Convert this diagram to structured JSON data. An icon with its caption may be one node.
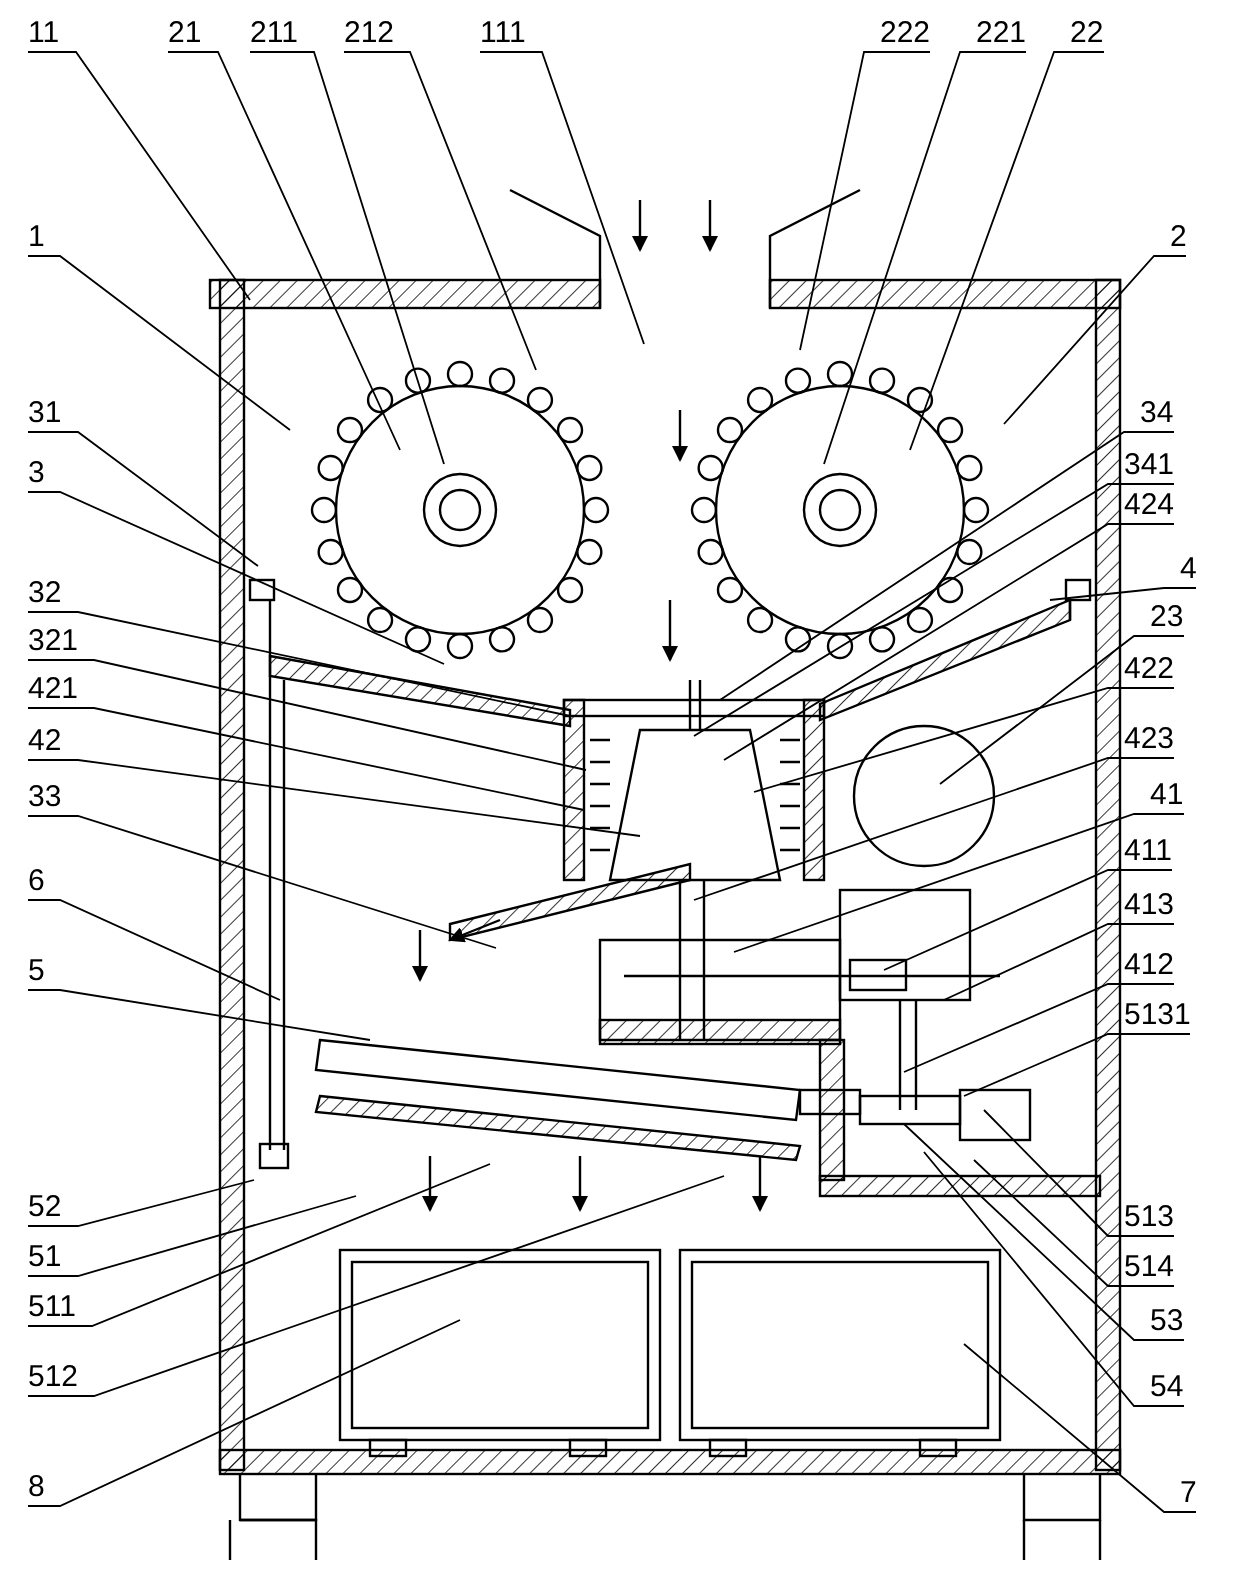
{
  "diagram": {
    "nodes": [
      {
        "text": [
          "11"
        ]
      },
      {
        "text": [
          "21"
        ]
      },
      {
        "text": [
          "211"
        ]
      },
      {
        "text": [
          "212"
        ]
      },
      {
        "text": [
          "111"
        ]
      },
      {
        "text": [
          "222"
        ]
      },
      {
        "text": [
          "221"
        ]
      },
      {
        "text": [
          "22"
        ]
      },
      {
        "text": [
          "1"
        ]
      },
      {
        "text": [
          "31"
        ]
      },
      {
        "text": [
          "3"
        ]
      },
      {
        "text": [
          "32"
        ]
      },
      {
        "text": [
          "321"
        ]
      },
      {
        "text": [
          "421"
        ]
      },
      {
        "text": [
          "42"
        ]
      },
      {
        "text": [
          "33"
        ]
      },
      {
        "text": [
          "6"
        ]
      },
      {
        "text": [
          "5"
        ]
      },
      {
        "text": [
          "52"
        ]
      },
      {
        "text": [
          "51"
        ]
      },
      {
        "text": [
          "511"
        ]
      },
      {
        "text": [
          "512"
        ]
      },
      {
        "text": [
          "8"
        ]
      },
      {
        "text": [
          "2"
        ]
      },
      {
        "text": [
          "34"
        ]
      },
      {
        "text": [
          "341"
        ]
      },
      {
        "text": [
          "424"
        ]
      },
      {
        "text": [
          "4"
        ]
      },
      {
        "text": [
          "23"
        ]
      },
      {
        "text": [
          "422"
        ]
      },
      {
        "text": [
          "423"
        ]
      },
      {
        "text": [
          "41"
        ]
      },
      {
        "text": [
          "411"
        ]
      },
      {
        "text": [
          "413"
        ]
      },
      {
        "text": [
          "412"
        ]
      },
      {
        "text": [
          "5131"
        ]
      },
      {
        "text": [
          "513"
        ]
      },
      {
        "text": [
          "514"
        ]
      },
      {
        "text": [
          "53"
        ]
      },
      {
        "text": [
          "54"
        ]
      },
      {
        "text": [
          "7"
        ]
      }
    ],
    "edges": [
      {
        "from": 0,
        "to": null,
        "arrow": "none"
      },
      {
        "from": 1,
        "to": null,
        "arrow": "none"
      },
      {
        "from": 2,
        "to": null,
        "arrow": "none"
      },
      {
        "from": 3,
        "to": null,
        "arrow": "none"
      },
      {
        "from": 4,
        "to": null,
        "arrow": "none"
      },
      {
        "from": 5,
        "to": null,
        "arrow": "none"
      },
      {
        "from": 6,
        "to": null,
        "arrow": "none"
      },
      {
        "from": 7,
        "to": null,
        "arrow": "none"
      },
      {
        "from": 8,
        "to": null,
        "arrow": "none"
      },
      {
        "from": 9,
        "to": null,
        "arrow": "none"
      },
      {
        "from": 10,
        "to": null,
        "arrow": "none"
      },
      {
        "from": 11,
        "to": null,
        "arrow": "none"
      },
      {
        "from": 12,
        "to": null,
        "arrow": "none"
      },
      {
        "from": 13,
        "to": null,
        "arrow": "none"
      },
      {
        "from": 14,
        "to": null,
        "arrow": "none"
      },
      {
        "from": 15,
        "to": null,
        "arrow": "none"
      },
      {
        "from": 16,
        "to": null,
        "arrow": "none"
      },
      {
        "from": 17,
        "to": null,
        "arrow": "none"
      },
      {
        "from": 18,
        "to": null,
        "arrow": "none"
      },
      {
        "from": 19,
        "to": null,
        "arrow": "none"
      },
      {
        "from": 20,
        "to": null,
        "arrow": "none"
      },
      {
        "from": 21,
        "to": null,
        "arrow": "none"
      },
      {
        "from": 22,
        "to": null,
        "arrow": "none"
      },
      {
        "from": 23,
        "to": null,
        "arrow": "none"
      },
      {
        "from": 24,
        "to": null,
        "arrow": "none"
      },
      {
        "from": 25,
        "to": null,
        "arrow": "none"
      },
      {
        "from": 26,
        "to": null,
        "arrow": "none"
      },
      {
        "from": 27,
        "to": null,
        "arrow": "none"
      },
      {
        "from": 28,
        "to": null,
        "arrow": "none"
      },
      {
        "from": 29,
        "to": null,
        "arrow": "none"
      },
      {
        "from": 30,
        "to": null,
        "arrow": "none"
      },
      {
        "from": 31,
        "to": null,
        "arrow": "none"
      },
      {
        "from": 32,
        "to": null,
        "arrow": "none"
      },
      {
        "from": 33,
        "to": null,
        "arrow": "none"
      },
      {
        "from": 34,
        "to": null,
        "arrow": "none"
      },
      {
        "from": 35,
        "to": null,
        "arrow": "none"
      },
      {
        "from": 36,
        "to": null,
        "arrow": "none"
      },
      {
        "from": 37,
        "to": null,
        "arrow": "none"
      },
      {
        "from": 38,
        "to": null,
        "arrow": "none"
      },
      {
        "from": 39,
        "to": null,
        "arrow": "none"
      },
      {
        "from": 40,
        "to": null,
        "arrow": "none"
      }
    ]
  }
}
